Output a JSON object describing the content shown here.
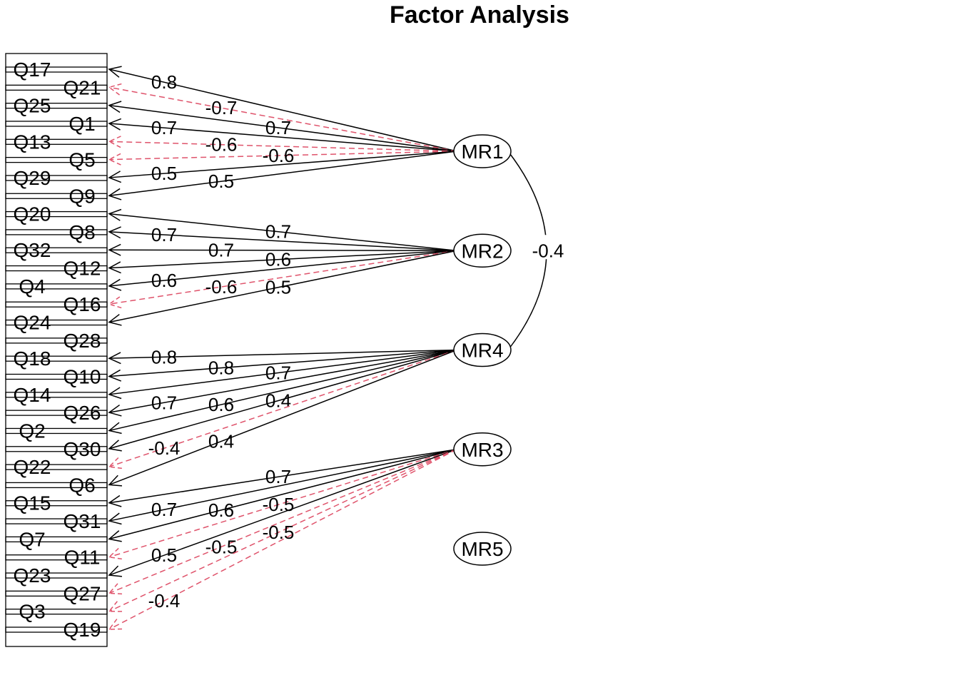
{
  "title": "Factor Analysis",
  "colors": {
    "positive": "#000000",
    "negative": "#DF536B"
  },
  "variables": [
    "Q17",
    "Q21",
    "Q25",
    "Q1",
    "Q13",
    "Q5",
    "Q29",
    "Q9",
    "Q20",
    "Q8",
    "Q32",
    "Q12",
    "Q4",
    "Q16",
    "Q24",
    "Q28",
    "Q18",
    "Q10",
    "Q14",
    "Q26",
    "Q2",
    "Q30",
    "Q22",
    "Q6",
    "Q15",
    "Q31",
    "Q7",
    "Q11",
    "Q23",
    "Q27",
    "Q3",
    "Q19"
  ],
  "factors": [
    "MR1",
    "MR2",
    "MR4",
    "MR3",
    "MR5"
  ],
  "loadings": [
    {
      "var": "Q17",
      "factor": "MR1",
      "value": "0.8"
    },
    {
      "var": "Q21",
      "factor": "MR1",
      "value": "-0.7"
    },
    {
      "var": "Q25",
      "factor": "MR1",
      "value": "0.7"
    },
    {
      "var": "Q1",
      "factor": "MR1",
      "value": "0.7"
    },
    {
      "var": "Q13",
      "factor": "MR1",
      "value": "-0.6"
    },
    {
      "var": "Q5",
      "factor": "MR1",
      "value": "-0.6"
    },
    {
      "var": "Q29",
      "factor": "MR1",
      "value": "0.5"
    },
    {
      "var": "Q9",
      "factor": "MR1",
      "value": "0.5"
    },
    {
      "var": "Q20",
      "factor": "MR2",
      "value": "0.7"
    },
    {
      "var": "Q8",
      "factor": "MR2",
      "value": "0.7"
    },
    {
      "var": "Q32",
      "factor": "MR2",
      "value": "0.7"
    },
    {
      "var": "Q12",
      "factor": "MR2",
      "value": "0.6"
    },
    {
      "var": "Q4",
      "factor": "MR2",
      "value": "0.6"
    },
    {
      "var": "Q16",
      "factor": "MR2",
      "value": "-0.6"
    },
    {
      "var": "Q24",
      "factor": "MR2",
      "value": "0.5"
    },
    {
      "var": "Q18",
      "factor": "MR4",
      "value": "0.8"
    },
    {
      "var": "Q10",
      "factor": "MR4",
      "value": "0.8"
    },
    {
      "var": "Q14",
      "factor": "MR4",
      "value": "0.7"
    },
    {
      "var": "Q26",
      "factor": "MR4",
      "value": "0.7"
    },
    {
      "var": "Q2",
      "factor": "MR4",
      "value": "0.6"
    },
    {
      "var": "Q30",
      "factor": "MR4",
      "value": "0.4"
    },
    {
      "var": "Q22",
      "factor": "MR4",
      "value": "-0.4"
    },
    {
      "var": "Q6",
      "factor": "MR4",
      "value": "0.4"
    },
    {
      "var": "Q15",
      "factor": "MR3",
      "value": "0.7"
    },
    {
      "var": "Q31",
      "factor": "MR3",
      "value": "0.7"
    },
    {
      "var": "Q7",
      "factor": "MR3",
      "value": "0.6"
    },
    {
      "var": "Q11",
      "factor": "MR3",
      "value": "-0.5"
    },
    {
      "var": "Q23",
      "factor": "MR3",
      "value": "0.5"
    },
    {
      "var": "Q27",
      "factor": "MR3",
      "value": "-0.5"
    },
    {
      "var": "Q3",
      "factor": "MR3",
      "value": "-0.5"
    },
    {
      "var": "Q19",
      "factor": "MR3",
      "value": "-0.4"
    }
  ],
  "correlations": [
    {
      "from": "MR1",
      "to": "MR4",
      "value": "-0.4"
    }
  ]
}
